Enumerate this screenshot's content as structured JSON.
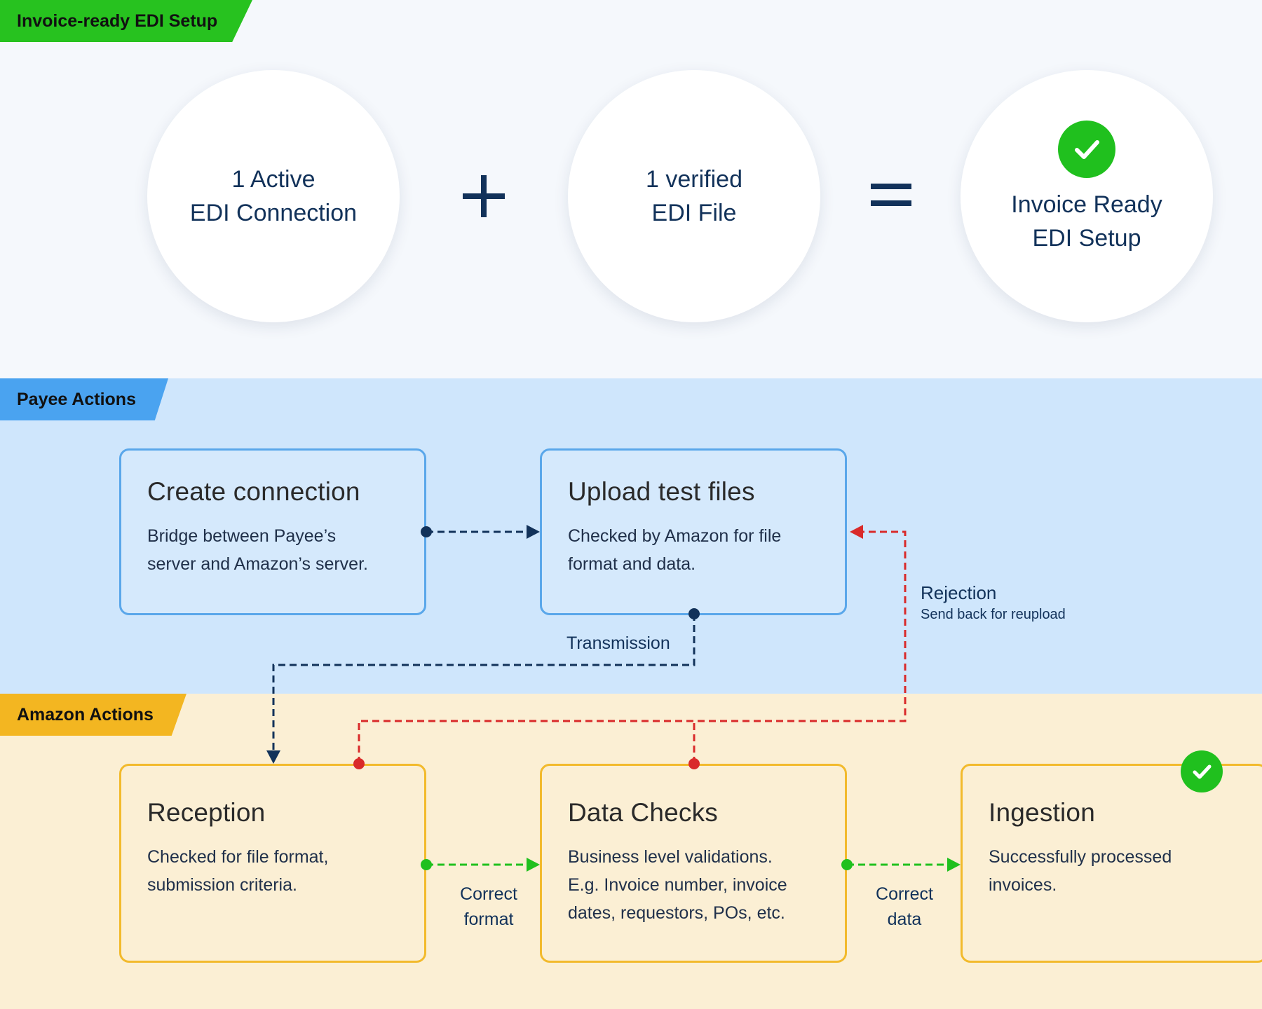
{
  "header": {
    "section_tag": "Invoice-ready EDI Setup"
  },
  "equation": {
    "term_one": {
      "line1": "1 Active",
      "line2": "EDI Connection"
    },
    "term_two": {
      "line1": "1 verified",
      "line2": "EDI File"
    },
    "result": {
      "line1": "Invoice Ready",
      "line2": "EDI Setup",
      "icon": "check-circle-icon"
    },
    "plus_icon": "plus-icon",
    "equals_icon": "equals-icon"
  },
  "payee": {
    "section_tag": "Payee Actions",
    "create": {
      "title": "Create connection",
      "desc_line1": "Bridge between Payee’s",
      "desc_line2": "server and Amazon’s server."
    },
    "upload": {
      "title": "Upload test files",
      "desc_line1": "Checked by Amazon for file",
      "desc_line2": "format and data."
    }
  },
  "amazon": {
    "section_tag": "Amazon Actions",
    "reception": {
      "title": "Reception",
      "desc_line1": "Checked for file format,",
      "desc_line2": "submission criteria."
    },
    "datachecks": {
      "title": "Data Checks",
      "desc_line1": "Business level validations.",
      "desc_line2": "E.g. Invoice number, invoice",
      "desc_line3": "dates, requestors, POs, etc."
    },
    "ingestion": {
      "title": "Ingestion",
      "desc_line1": "Successfully processed",
      "desc_line2": "invoices.",
      "icon": "check-circle-icon"
    }
  },
  "flow_labels": {
    "transmission": "Transmission",
    "rejection": "Rejection",
    "rejection_sub": "Send back for reupload",
    "correct_format_line1": "Correct",
    "correct_format_line2": "format",
    "correct_data_line1": "Correct",
    "correct_data_line2": "data"
  },
  "colors": {
    "navy": "#12325a",
    "green": "#20c01e",
    "red": "#d92a2a",
    "payee_blue": "#5aa7ea",
    "amazon_yellow": "#f2ba2c"
  }
}
